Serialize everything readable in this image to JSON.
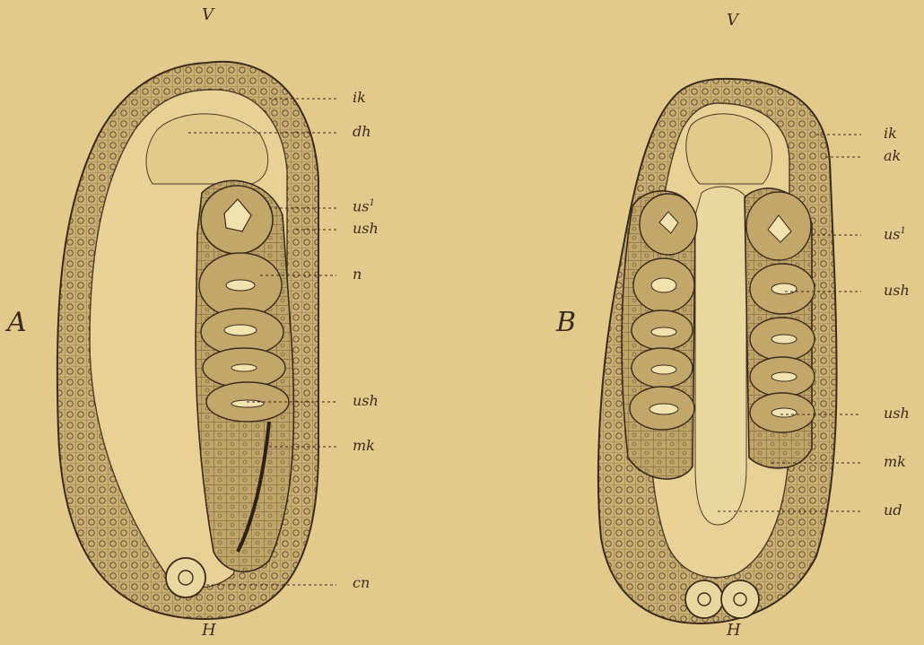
{
  "figure_a": {
    "letter": "A",
    "top": "V",
    "bottom": "H",
    "labels": {
      "ik": "ik",
      "dh": "dh",
      "us1": "us",
      "us1_sup": "1",
      "ush_1": "ush",
      "n": "n",
      "ush_2": "ush",
      "mk": "mk",
      "cn": "cn"
    }
  },
  "figure_b": {
    "letter": "B",
    "top": "V",
    "bottom": "H",
    "labels": {
      "ik": "ik",
      "ak": "ak",
      "us1": "us",
      "us1_sup": "1",
      "ush_1": "ush",
      "ush_2": "ush",
      "mk": "mk",
      "ud": "ud"
    }
  },
  "colors": {
    "background": "#e2c98c",
    "ink": "#3a2c1c",
    "tissue": "#c9ae72",
    "tissue_dark": "#b39758",
    "cavity": "#e8d196"
  }
}
